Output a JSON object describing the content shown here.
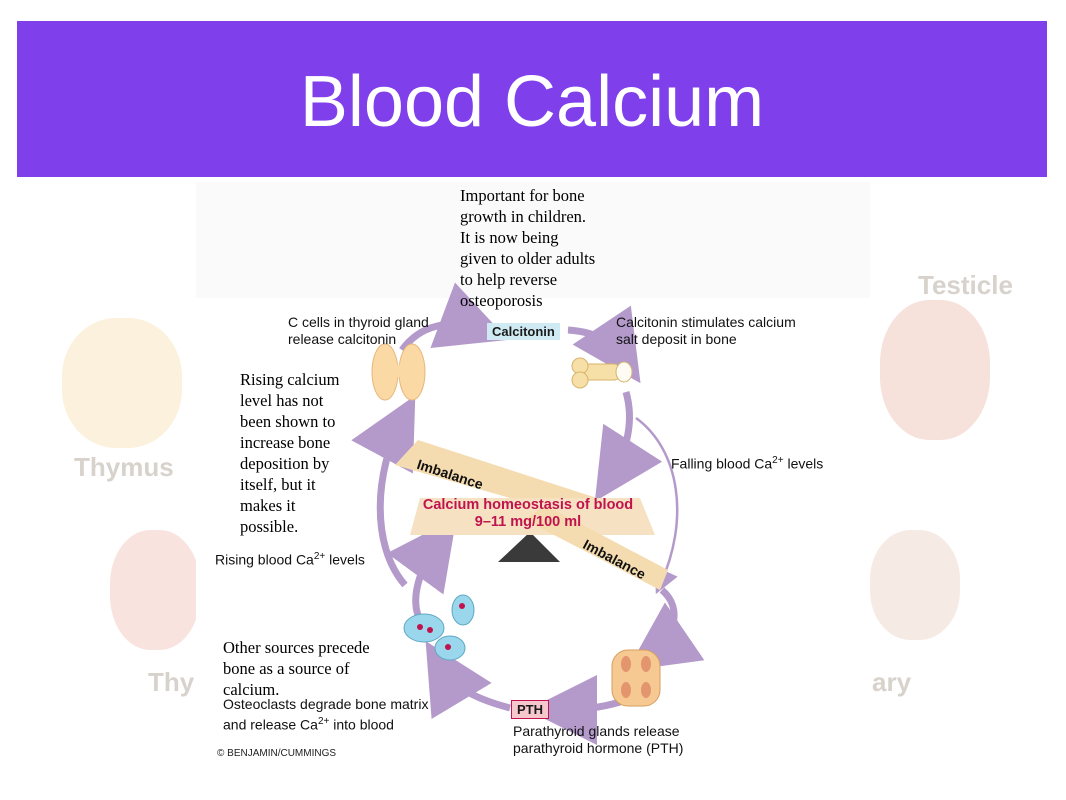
{
  "slide": {
    "title": "Blood Calcium"
  },
  "background_labels": {
    "thymus": "Thymus",
    "thyroid_partial": "Thy",
    "testicle": "Testicle",
    "pituitary_partial": "ary"
  },
  "notes": {
    "calcitonin_note": [
      "Important for bone",
      "growth in children.",
      "It is now being",
      "given to older adults",
      "to help reverse",
      "osteoporosis"
    ],
    "rising_note": [
      "Rising calcium",
      "level has not",
      "been shown to",
      "increase bone",
      "deposition by",
      "itself, but it",
      "makes it",
      "possible."
    ],
    "sources_note": [
      "Other sources precede",
      "bone as a source of",
      "calcium."
    ]
  },
  "diagram": {
    "calcitonin_label": "Calcitonin",
    "pth_label": "PTH",
    "c_cells_text": [
      "C cells in thyroid gland",
      "release calcitonin"
    ],
    "calcitonin_effect_text": [
      "Calcitonin stimulates calcium",
      "salt deposit in bone"
    ],
    "falling_text": "Falling blood Ca",
    "falling_sup": "2+",
    "falling_suffix": " levels",
    "rising_text": "Rising blood Ca",
    "rising_sup": "2+",
    "rising_suffix": " levels",
    "imbalance_top": "Imbalance",
    "imbalance_bottom": "Imbalance",
    "homeostasis_line1": "Calcium homeostasis of blood",
    "homeostasis_line2": "9–11 mg/100 ml",
    "osteoclast_line1": "Osteoclasts degrade bone matrix",
    "osteoclast_line2_pre": "and release Ca",
    "osteoclast_sup": "2+",
    "osteoclast_line2_post": " into blood",
    "parathyroid_text": [
      "Parathyroid glands release",
      "parathyroid hormone (PTH)"
    ],
    "credit": "© BENJAMIN/CUMMINGS"
  },
  "colors": {
    "banner": "#7f3feb",
    "arrow": "#b49acb",
    "calcitonin_pill": "#cfeaf2",
    "pth_pill": "#f6c7cc",
    "homeostasis_text": "#c0134e",
    "seesaw": "#f5dcb0"
  }
}
